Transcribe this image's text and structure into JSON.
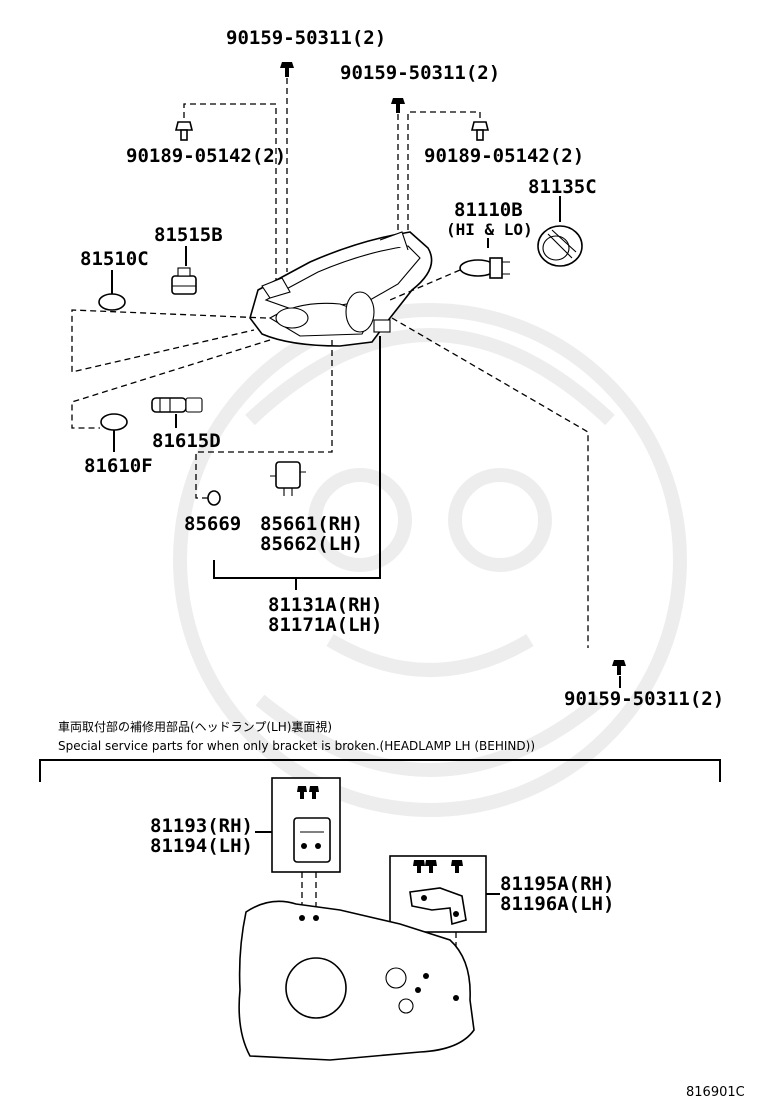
{
  "labels": {
    "screw_top_a": "90159-50311(2)",
    "screw_top_b": "90159-50311(2)",
    "bolt_left": "90189-05142(2)",
    "bolt_right": "90189-05142(2)",
    "bulb_hi_lo": "81110B",
    "bulb_hi_lo_note": "(HI & LO)",
    "cap": "81135C",
    "socket": "81515B",
    "lens_small": "81510C",
    "socket_2": "81615D",
    "lens_small_2": "81610F",
    "gasket": "85669",
    "actuator_rh": "85661(RH)",
    "actuator_lh": "85662(LH)",
    "headlamp_rh": "81131A(RH)",
    "headlamp_lh": "81171A(LH)",
    "screw_bottom": "90159-50311(2)",
    "bracket_a_rh": "81193(RH)",
    "bracket_a_lh": "81194(LH)",
    "bracket_b_rh": "81195A(RH)",
    "bracket_b_lh": "81196A(LH)"
  },
  "notes": {
    "japanese": "車両取付部の補修用部品(ヘッドランプ(LH)裏面視)",
    "english": "Special service parts for when only bracket is broken.(HEADLAMP LH (BEHIND))"
  },
  "footer": {
    "diagram_code": "816901C"
  }
}
